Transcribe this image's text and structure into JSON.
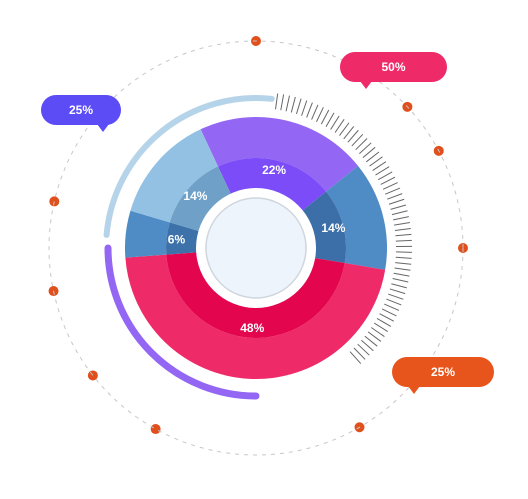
{
  "chart_data": {
    "type": "pie",
    "slices": [
      {
        "label": "22%",
        "value": 22,
        "outer_color": "#9366f4",
        "inner_color": "#7b4cf7"
      },
      {
        "label": "14%",
        "value": 14,
        "outer_color": "#4f8bc5",
        "inner_color": "#3c6fa8"
      },
      {
        "label": "48%",
        "value": 48,
        "outer_color": "#ef2a68",
        "inner_color": "#e3064f"
      },
      {
        "label": "6%",
        "value": 6,
        "outer_color": "#4f8bc5",
        "inner_color": "#3d71aa"
      },
      {
        "label": "14%",
        "value": 14,
        "outer_color": "#92c1e4",
        "inner_color": "#6fa0c8"
      }
    ],
    "arcs": [
      {
        "label": "25%",
        "value": 25,
        "color": "#9366f4"
      },
      {
        "label": "50%",
        "value": 50,
        "color": "#b6d4e9"
      },
      {
        "label": "25%",
        "value": 25,
        "color": "#666666"
      }
    ]
  },
  "callouts": {
    "left": {
      "text": "25%",
      "color": "#5b4cf6"
    },
    "top": {
      "text": "50%",
      "color": "#ef2a68"
    },
    "bottom": {
      "text": "25%",
      "color": "#e8551c"
    }
  },
  "colors": {
    "dot": "#e0501d",
    "dashed_ring": "#c7c7c7",
    "center_fill": "#eef4fb",
    "center_stroke": "#cfd6de"
  }
}
